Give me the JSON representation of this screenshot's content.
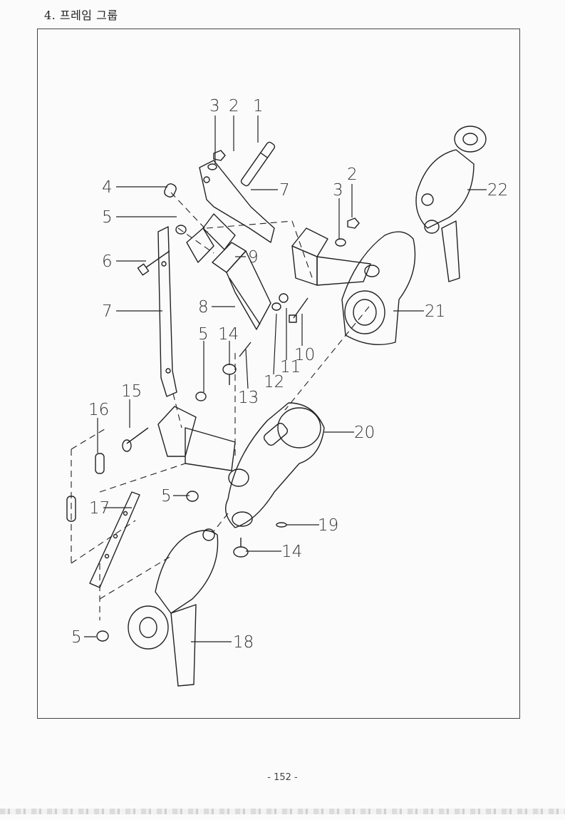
{
  "header": {
    "title": "4. 프레임 그룹"
  },
  "callouts": [
    {
      "id": "c1",
      "label": "1"
    },
    {
      "id": "c2a",
      "label": "2"
    },
    {
      "id": "c3a",
      "label": "3"
    },
    {
      "id": "c4",
      "label": "4"
    },
    {
      "id": "c5a",
      "label": "5"
    },
    {
      "id": "c6",
      "label": "6"
    },
    {
      "id": "c7a",
      "label": "7"
    },
    {
      "id": "c7b",
      "label": "7"
    },
    {
      "id": "c8",
      "label": "8"
    },
    {
      "id": "c9",
      "label": "9"
    },
    {
      "id": "c2b",
      "label": "2"
    },
    {
      "id": "c3b",
      "label": "3"
    },
    {
      "id": "c22",
      "label": "22"
    },
    {
      "id": "c21",
      "label": "21"
    },
    {
      "id": "c10",
      "label": "10"
    },
    {
      "id": "c11",
      "label": "11"
    },
    {
      "id": "c12",
      "label": "12"
    },
    {
      "id": "c13",
      "label": "13"
    },
    {
      "id": "c14a",
      "label": "14"
    },
    {
      "id": "c5b",
      "label": "5"
    },
    {
      "id": "c15",
      "label": "15"
    },
    {
      "id": "c16",
      "label": "16"
    },
    {
      "id": "c20",
      "label": "20"
    },
    {
      "id": "c17",
      "label": "17"
    },
    {
      "id": "c5c",
      "label": "5"
    },
    {
      "id": "c19",
      "label": "19"
    },
    {
      "id": "c14b",
      "label": "14"
    },
    {
      "id": "c5d",
      "label": "5"
    },
    {
      "id": "c18",
      "label": "18"
    }
  ],
  "footer": {
    "page": "- 152 -"
  }
}
